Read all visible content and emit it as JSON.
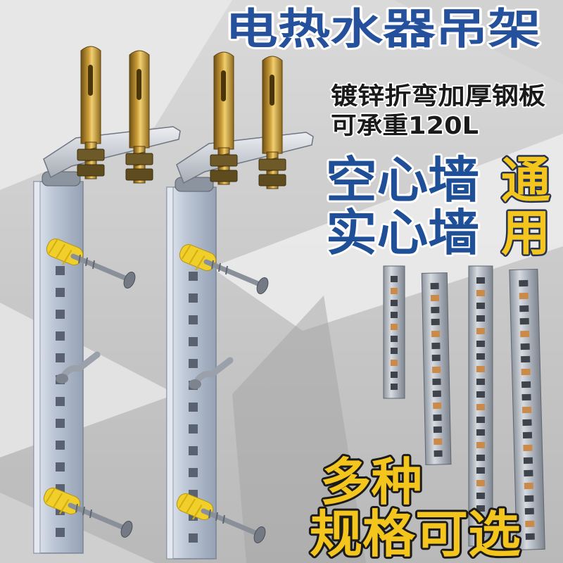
{
  "title": "电热水器吊架",
  "features": {
    "material": "镀锌折弯加厚钢板",
    "capacity": "可承重120L"
  },
  "wall_types": {
    "hollow": "空心墙",
    "solid": "实心墙",
    "universal_top": "通",
    "universal_bottom": "用"
  },
  "options": {
    "line1": "多种",
    "line2": "规格可选"
  },
  "colors": {
    "title": "#24509c",
    "wall_text": "#1f4f96",
    "highlight": "#f4c51c",
    "steel": "#b7c2d2",
    "anchor_bolt": "#c99a36",
    "wall_plug": "#f1cf2a"
  }
}
